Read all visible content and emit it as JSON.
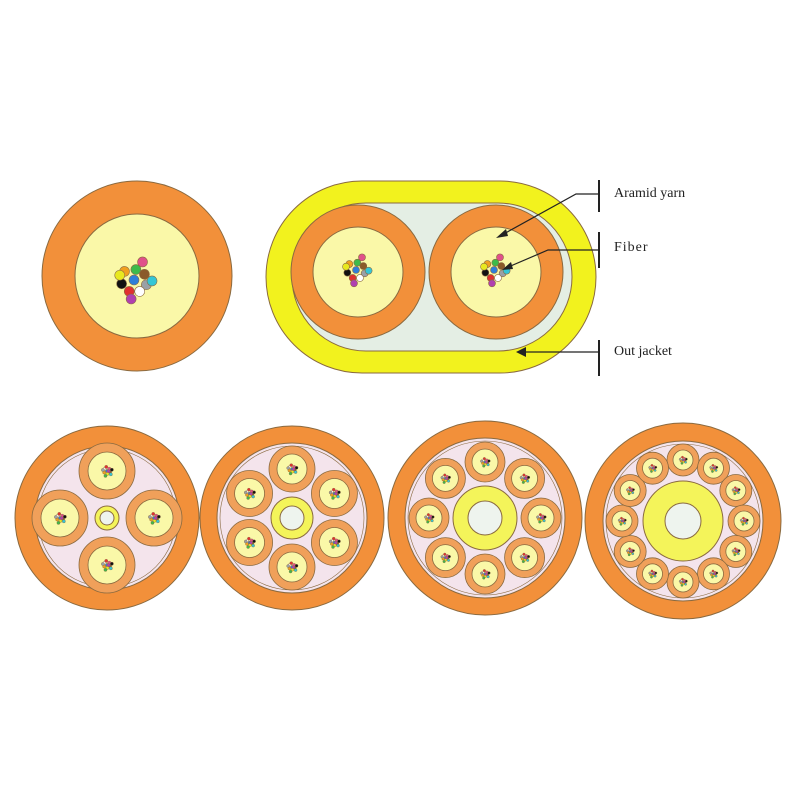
{
  "labels": {
    "aramid_yarn": "Aramid yarn",
    "fiber": "Fiber",
    "out_jacket": "Out jacket"
  },
  "colors": {
    "jacket_orange": "#F2903A",
    "sub_jacket_orange": "#F0A05A",
    "aramid_fill": "#FAF8A8",
    "outer_jacket_yellow": "#F2F21E",
    "filler_gray": "#E4EEE4",
    "inner_fill_pink": "#F4E4EC",
    "center_member_yellow": "#F4F45A",
    "center_core_white": "#EEF4EE",
    "leader_line": "#222222"
  },
  "fiber_colors": [
    "#2F7FD8",
    "#F0A020",
    "#3DBA4A",
    "#8A5A2A",
    "#9AA0A6",
    "#FFFFFF",
    "#E03030",
    "#111111",
    "#E8E820",
    "#B040B0",
    "#E0508A",
    "#34C6D6"
  ]
}
